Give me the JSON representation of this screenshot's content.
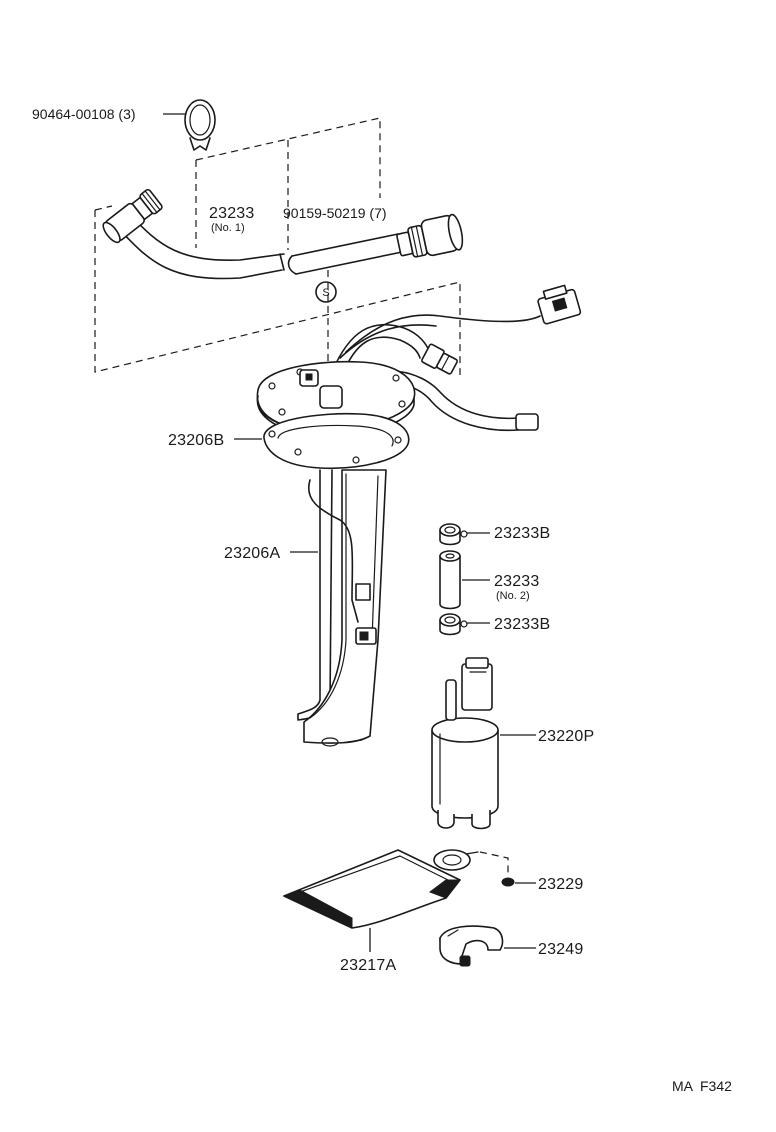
{
  "labels": {
    "clamp": "90464-00108 (3)",
    "hose_no1": "23233",
    "hose_no1_sub": "(No. 1)",
    "hose_clamp": "90159-50219 (7)",
    "gasket": "23206B",
    "bracket": "23206A",
    "clip_top": "23233B",
    "hose_no2": "23233",
    "hose_no2_sub": "(No. 2)",
    "clip_bottom": "23233B",
    "pump": "23220P",
    "washer": "23229",
    "filter": "23217A",
    "retainer": "23249",
    "ref_code": "MA  F342",
    "symbol_s": "S"
  }
}
